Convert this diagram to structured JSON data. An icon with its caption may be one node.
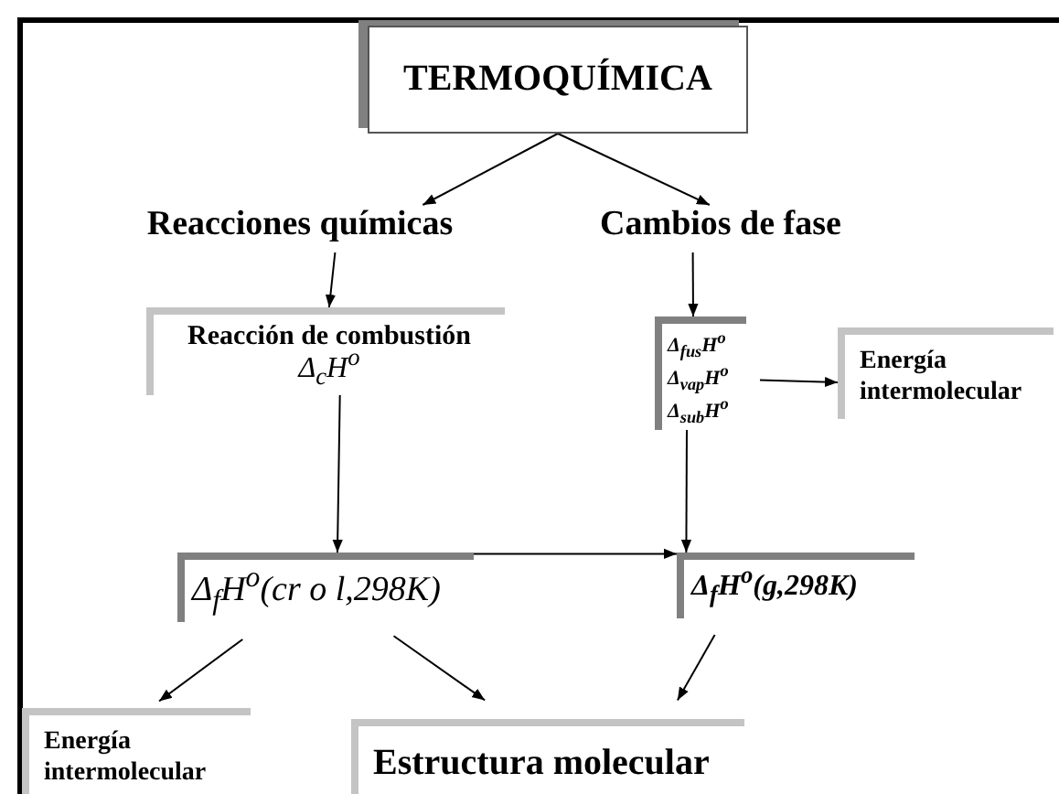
{
  "diagram": {
    "nodes": [
      {
        "text": [
          "TERMOQUÍMICA"
        ]
      },
      {
        "text": [
          "Reacciones químicas"
        ]
      },
      {
        "text": [
          "Cambios de fase"
        ]
      },
      {
        "text": [
          "Reacción de combustión",
          "Δ$_{c}$H$^{o}$"
        ]
      },
      {
        "text": [
          "Δ$_{fus}$H$^{o}$",
          "Δ$_{vap}$H$^{o}$",
          "Δ$_{sub}$H$^{o}$"
        ]
      },
      {
        "text": [
          "Energía intermolecular"
        ]
      },
      {
        "text": [
          "Δ$_{f}$H$^{o}$(cr o l,298K)"
        ]
      },
      {
        "text": [
          "Δ$_{f}$H$^{o}$(g,298K)"
        ]
      },
      {
        "text": [
          "Energía intermolecular"
        ]
      },
      {
        "text": [
          "Estructura molecular"
        ]
      }
    ],
    "edges": [
      {
        "from": 0,
        "to": 1,
        "arrow": "to"
      },
      {
        "from": 0,
        "to": 2,
        "arrow": "to"
      },
      {
        "from": 1,
        "to": 3,
        "arrow": "to"
      },
      {
        "from": 2,
        "to": 4,
        "arrow": "to"
      },
      {
        "from": 4,
        "to": 5,
        "arrow": "to"
      },
      {
        "from": 3,
        "to": 6,
        "arrow": "to"
      },
      {
        "from": 4,
        "to": 7,
        "arrow": "to"
      },
      {
        "from": 6,
        "to": 7,
        "arrow": "to"
      },
      {
        "from": 6,
        "to": 8,
        "arrow": "to"
      },
      {
        "from": 6,
        "to": 9,
        "arrow": "to"
      },
      {
        "from": 7,
        "to": 9,
        "arrow": "to"
      }
    ]
  }
}
